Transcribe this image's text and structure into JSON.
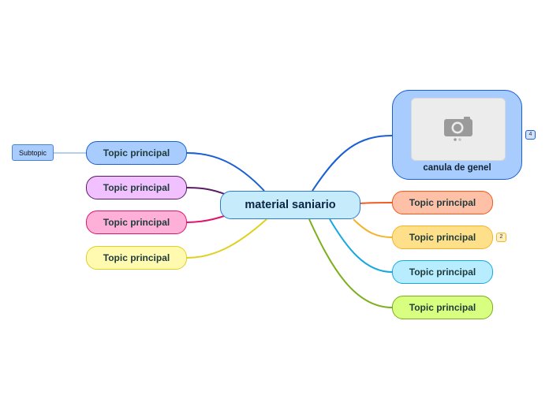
{
  "central": {
    "label": "material saniario",
    "fill": "#c6ecfb",
    "stroke": "#2d7bd0"
  },
  "image_node": {
    "label": "canula de genel",
    "fill": "#a9ccff",
    "stroke": "#1a5fd6",
    "icon": "camera-icon",
    "badge": "4"
  },
  "left_topics": [
    {
      "label": "Topic principal",
      "fill": "#a9ccff",
      "stroke": "#1a5fd6",
      "line": "#1a5fd6"
    },
    {
      "label": "Topic principal",
      "fill": "#f0c0ff",
      "stroke": "#5a1a66",
      "line": "#5a1a66"
    },
    {
      "label": "Topic principal",
      "fill": "#ffb0d8",
      "stroke": "#e0146e",
      "line": "#e0146e"
    },
    {
      "label": "Topic principal",
      "fill": "#fffab0",
      "stroke": "#e0d020",
      "line": "#e0d020"
    }
  ],
  "right_topics": [
    {
      "label": "Topic principal",
      "fill": "#ffc0a8",
      "stroke": "#f05a1e",
      "line": "#f05a1e"
    },
    {
      "label": "Topic principal",
      "fill": "#ffe08a",
      "stroke": "#f4b22a",
      "line": "#f4b22a",
      "badge": "2"
    },
    {
      "label": "Topic principal",
      "fill": "#b8ecff",
      "stroke": "#16a8e0",
      "line": "#16a8e0"
    },
    {
      "label": "Topic principal",
      "fill": "#d8ff80",
      "stroke": "#7ab01a",
      "line": "#7ab01a"
    }
  ],
  "subtopic": {
    "label": "Subtopic",
    "fill": "#a9ccff",
    "stroke": "#4a86d0",
    "line": "#6aa0e0"
  }
}
